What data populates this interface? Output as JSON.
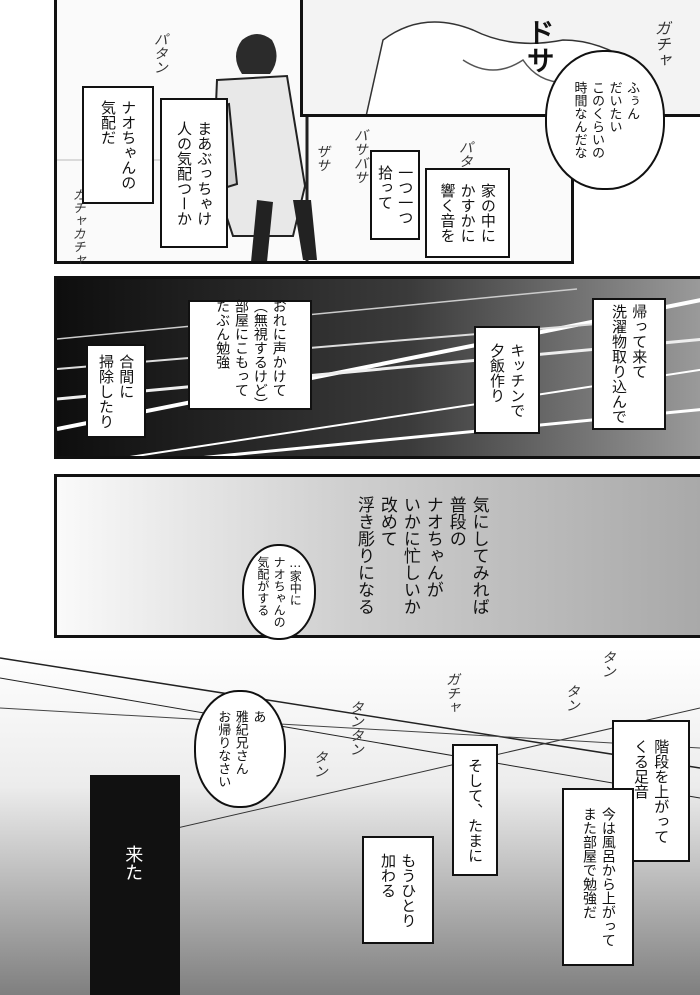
{
  "panel1": {
    "narration_left": "ナオちゃんの\n気配だ",
    "narration_mid": "まあぶっちゃけ\n人の気配つーか",
    "narration_right": "家の中に\nかすかに\n響く音を",
    "narration_pick": "一つ一つ\n拾って",
    "bubble": "ふぅん\nだいたい\nこのくらいの\n時間なんだな",
    "sfx_dosa": "ドサ",
    "sfx_gacha": "ガチャ",
    "sfx_patan": "パタン",
    "sfx_basa": "バサバサ",
    "sfx_zasa": "ザサ",
    "sfx_pata": "パタタ",
    "sfx_kacha": "カチャカチャ"
  },
  "panel2": {
    "box_1": "帰って来て\n洗濯物取り込んで",
    "box_2": "キッチンで\n夕飯作り",
    "box_3": "おれに声かけて\n（無視するけど）\n部屋にこもって\nたぶん勉強",
    "box_4": "合間に\n掃除したり"
  },
  "panel3": {
    "text_main": "気にしてみれば\n普段の\nナオちゃんが\nいかに忙しいか\n改めて\n浮き彫りになる",
    "bubble": "…家中に\nナオちゃんの\n気配がする"
  },
  "panel4": {
    "box_stairs": "階段を上がって\nくる足音",
    "box_bath": "今は風呂から上がって\nまた部屋で勉強だ",
    "box_sometimes": "そして、たまに",
    "box_one_more": "もうひとり\n加わる",
    "box_came": "来た",
    "bubble": "あ\n雅紀兄さん\nお帰りなさい",
    "sfx_tan1": "タン",
    "sfx_tan2": "タン",
    "sfx_tantan": "タンタン",
    "sfx_tan3": "タン",
    "sfx_gacha": "ガチャ"
  },
  "colors": {
    "ink": "#111111",
    "paper": "#ffffff",
    "screentone_dark": "#1a1a1a",
    "screentone_light": "#d6d6d6"
  }
}
